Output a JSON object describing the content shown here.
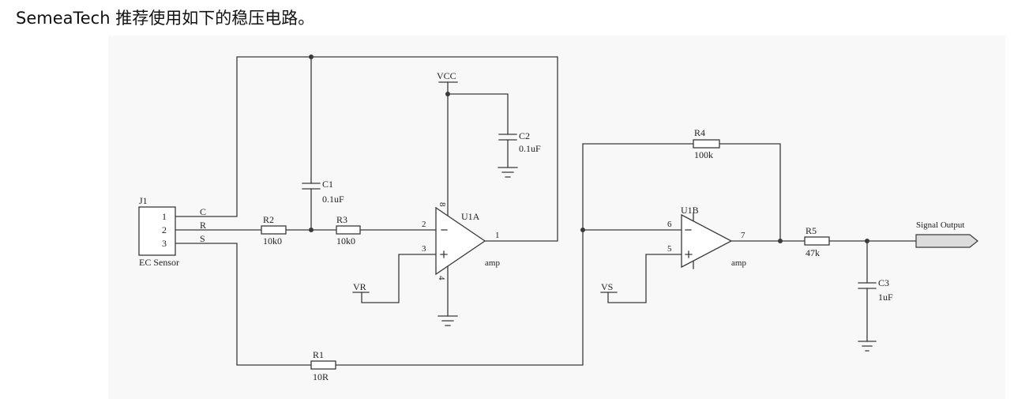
{
  "heading": "SemeaTech 推荐使用如下的稳压电路。",
  "colors": {
    "wire": "#3a3a3a",
    "panel_background": "#f8f8f8",
    "port_fill": "#dcdcdc",
    "text": "#222222"
  },
  "connector": {
    "ref": "J1",
    "name": "EC Sensor",
    "pins": [
      "1",
      "2",
      "3"
    ],
    "nets": [
      "C",
      "R",
      "S"
    ]
  },
  "capacitors": {
    "c1": {
      "ref": "C1",
      "value": "0.1uF"
    },
    "c2": {
      "ref": "C2",
      "value": "0.1uF"
    },
    "c3": {
      "ref": "C3",
      "value": "1uF"
    }
  },
  "resistors": {
    "r1": {
      "ref": "R1",
      "value": "10R"
    },
    "r2": {
      "ref": "R2",
      "value": "10k0"
    },
    "r3": {
      "ref": "R3",
      "value": "10k0"
    },
    "r4": {
      "ref": "R4",
      "value": "100k"
    },
    "r5": {
      "ref": "R5",
      "value": "47k"
    }
  },
  "opamps": {
    "u1a": {
      "ref": "U1A",
      "value": "amp",
      "pin_inverting": "2",
      "pin_noninverting": "3",
      "pin_output": "1",
      "pin_supply_pos": "8",
      "pin_supply_neg": "4"
    },
    "u1b": {
      "ref": "U1B",
      "value": "amp",
      "pin_inverting": "6",
      "pin_noninverting": "5",
      "pin_output": "7"
    }
  },
  "power_ports": {
    "vcc": "VCC",
    "vr": "VR",
    "vs": "VS"
  },
  "output_port": {
    "label": "Signal Output"
  }
}
